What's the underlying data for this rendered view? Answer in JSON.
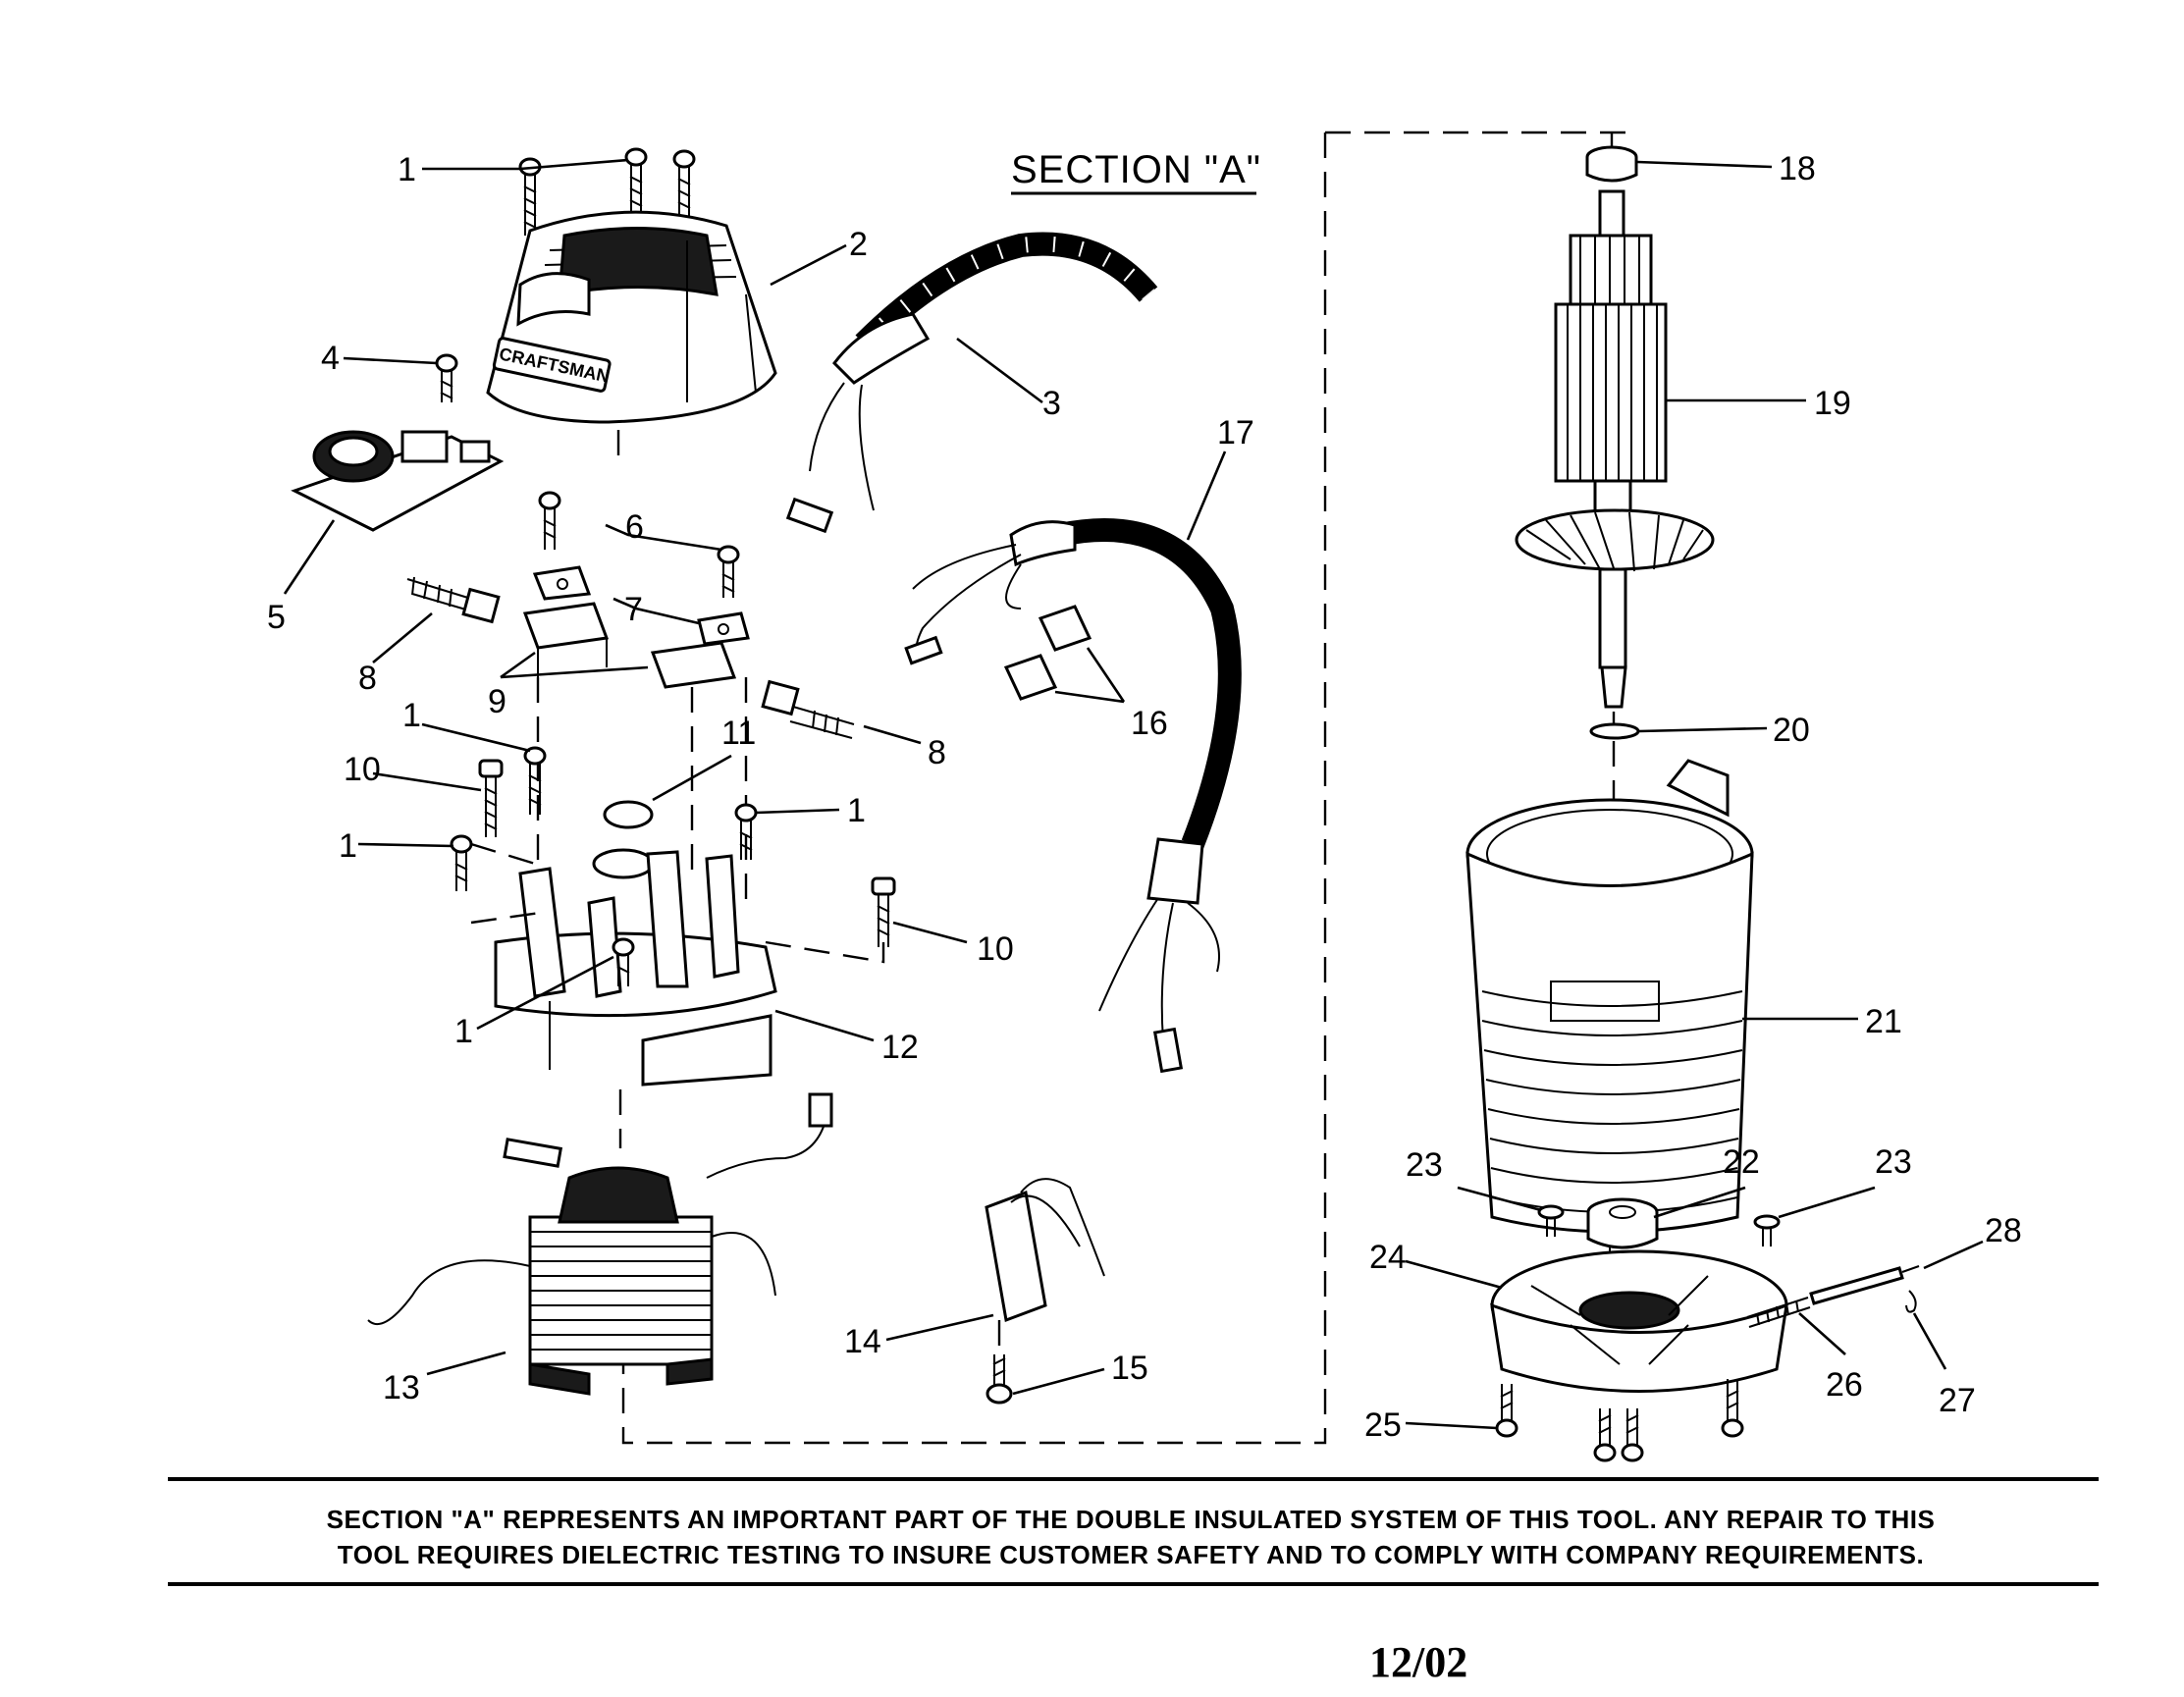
{
  "section_title": "SECTION \"A\"",
  "callouts": {
    "c1a": "1",
    "c2": "2",
    "c3": "3",
    "c4": "4",
    "c5": "5",
    "c6": "6",
    "c7": "7",
    "c8a": "8",
    "c8b": "8",
    "c9": "9",
    "c1b": "1",
    "c11": "11",
    "c10a": "10",
    "c1c": "1",
    "c1d": "1",
    "c10b": "10",
    "c1e": "1",
    "c12": "12",
    "c13": "13",
    "c14": "14",
    "c15": "15",
    "c16": "16",
    "c17": "17",
    "c18": "18",
    "c19": "19",
    "c20": "20",
    "c21": "21",
    "c22": "22",
    "c23a": "23",
    "c23b": "23",
    "c24": "24",
    "c25": "25",
    "c26": "26",
    "c27": "27",
    "c28": "28"
  },
  "housing_brand": "CRAFTSMAN",
  "notice": {
    "line1": "SECTION \"A\" REPRESENTS AN IMPORTANT PART OF THE DOUBLE INSULATED SYSTEM OF THIS TOOL.  ANY REPAIR TO THIS",
    "line2": "TOOL REQUIRES DIELECTRIC TESTING TO INSURE CUSTOMER SAFETY AND TO COMPLY WITH COMPANY REQUIREMENTS."
  },
  "date_code": "12/02"
}
